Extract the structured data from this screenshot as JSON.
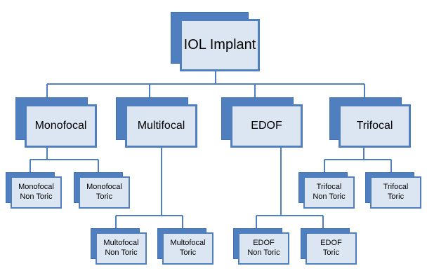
{
  "root": {
    "label": "IOL Implant"
  },
  "categories": [
    {
      "label": "Monofocal",
      "children": [
        {
          "line1": "Monofocal",
          "line2": "Non Toric"
        },
        {
          "line1": "Monofocal",
          "line2": "Toric"
        }
      ]
    },
    {
      "label": "Multifocal",
      "children": [
        {
          "line1": "Multofocal",
          "line2": "Non Toric"
        },
        {
          "line1": "Multofocal",
          "line2": "Toric"
        }
      ]
    },
    {
      "label": "EDOF",
      "children": [
        {
          "line1": "EDOF",
          "line2": "Non Toric"
        },
        {
          "line1": "EDOF",
          "line2": "Toric"
        }
      ]
    },
    {
      "label": "Trifocal",
      "children": [
        {
          "line1": "Trifocal",
          "line2": "Non Toric"
        },
        {
          "line1": "Trifocal",
          "line2": "Toric"
        }
      ]
    }
  ],
  "colors": {
    "box_dark": "#4f7fbe",
    "box_light": "#dce6f2",
    "connector": "#4f7fbe"
  }
}
